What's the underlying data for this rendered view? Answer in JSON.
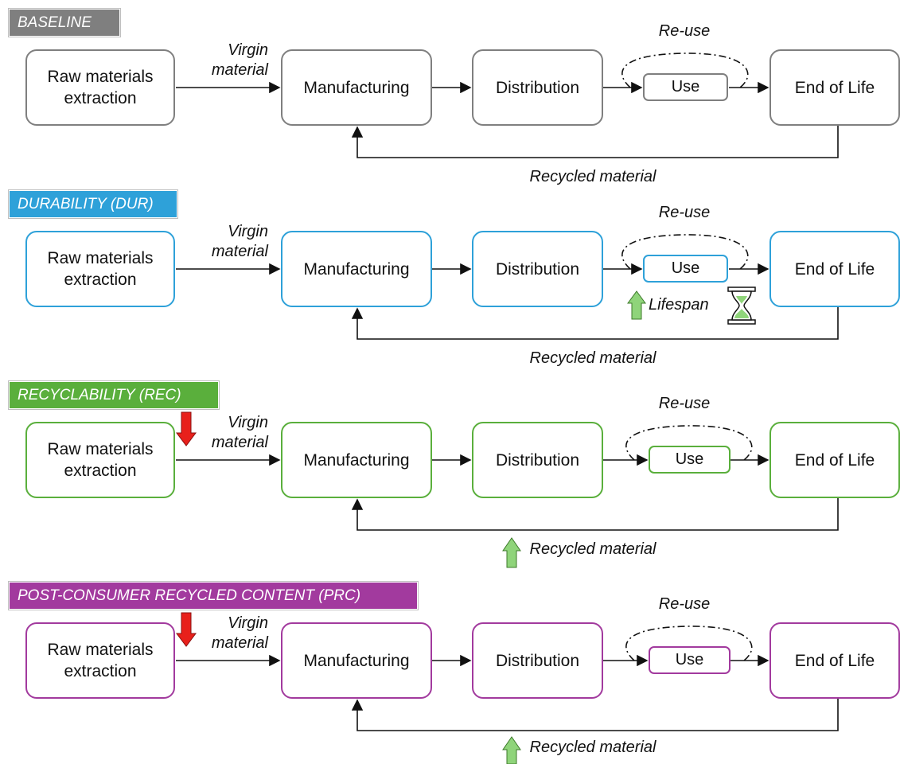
{
  "scenarios": [
    {
      "tag": "BASELINE",
      "color": "#7f7f7f",
      "stages": {
        "raw": "Raw materials extraction",
        "manufacturing": "Manufacturing",
        "distribution": "Distribution",
        "use": "Use",
        "eol": "End of Life"
      },
      "labels": {
        "virgin": "Virgin material",
        "reuse": "Re-use",
        "recycled": "Recycled material"
      }
    },
    {
      "tag": "DURABILITY (DUR)",
      "color": "#2ea1d9",
      "stages": {
        "raw": "Raw materials extraction",
        "manufacturing": "Manufacturing",
        "distribution": "Distribution",
        "use": "Use",
        "eol": "End of Life"
      },
      "labels": {
        "virgin": "Virgin material",
        "reuse": "Re-use",
        "recycled": "Recycled material",
        "lifespan": "Lifespan"
      }
    },
    {
      "tag": "RECYCLABILITY (REC)",
      "color": "#5aaf3c",
      "stages": {
        "raw": "Raw materials extraction",
        "manufacturing": "Manufacturing",
        "distribution": "Distribution",
        "use": "Use",
        "eol": "End of Life"
      },
      "labels": {
        "virgin": "Virgin material",
        "reuse": "Re-use",
        "recycled": "Recycled material"
      }
    },
    {
      "tag": "POST-CONSUMER RECYCLED CONTENT (PRC)",
      "color": "#a23a9e",
      "stages": {
        "raw": "Raw materials extraction",
        "manufacturing": "Manufacturing",
        "distribution": "Distribution",
        "use": "Use",
        "eol": "End of Life"
      },
      "labels": {
        "virgin": "Virgin material",
        "reuse": "Re-use",
        "recycled": "Recycled material"
      }
    }
  ],
  "indicator_colors": {
    "increase": "#8fd47a",
    "decrease": "#e8201b"
  },
  "icons": {
    "increase": "up-arrow-icon",
    "decrease": "down-arrow-icon",
    "lifespan": "hourglass-icon"
  }
}
